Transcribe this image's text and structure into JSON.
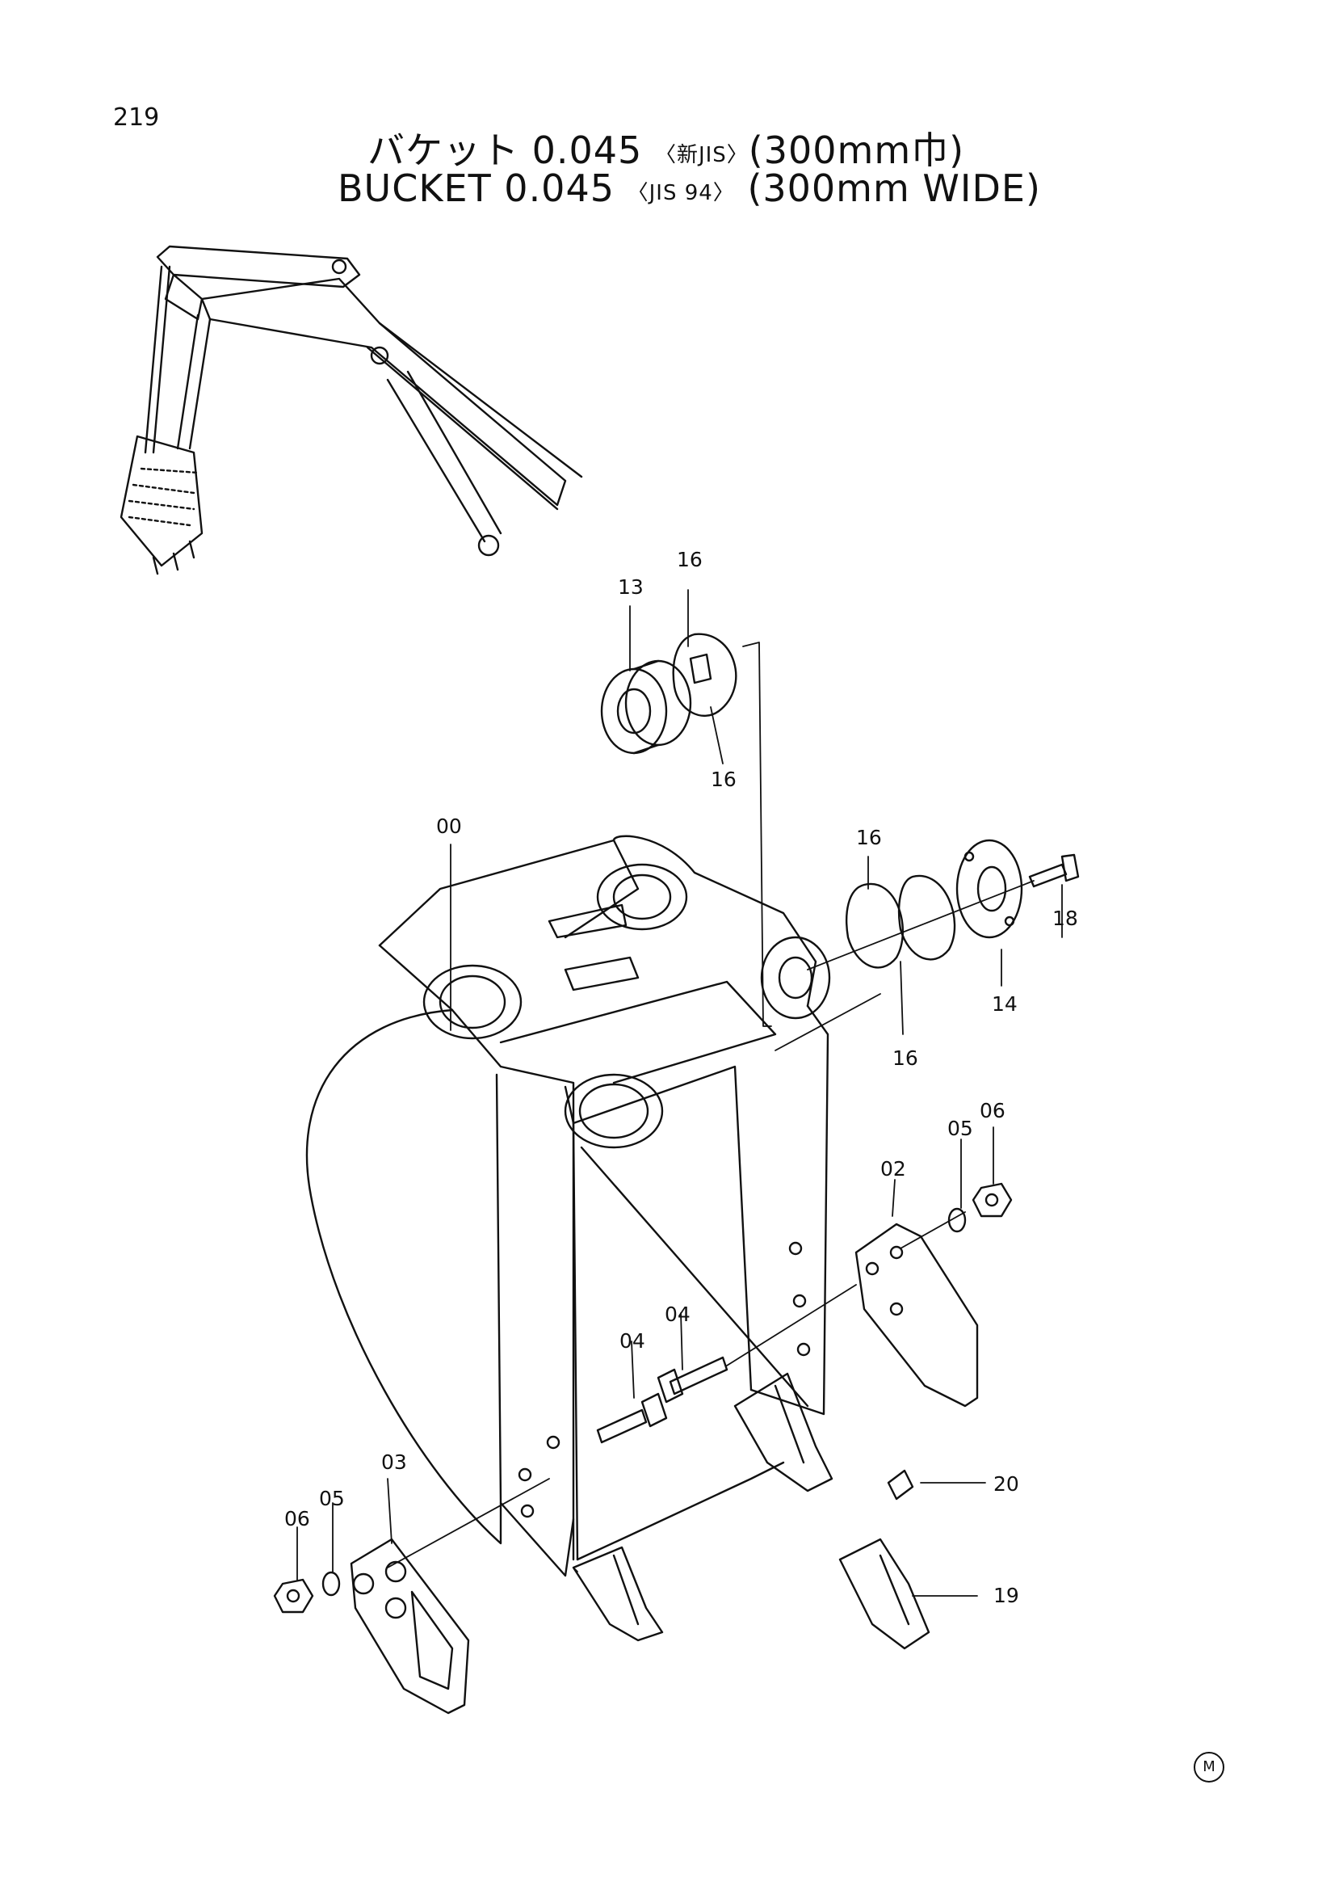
{
  "page": {
    "number": "219",
    "title_jp": {
      "main": "バケット 0.045",
      "standard": "〈新JIS〉",
      "width": "(300mm巾)"
    },
    "title_en": {
      "main": "BUCKET  0.045",
      "standard": "〈JIS 94〉",
      "width": "(300mm  WIDE)"
    },
    "mark": "M"
  },
  "callouts": {
    "c00": "00",
    "c02": "02",
    "c03": "03",
    "c04a": "04",
    "c04b": "04",
    "c05a": "05",
    "c05b": "05",
    "c06a": "06",
    "c06b": "06",
    "c13": "13",
    "c14": "14",
    "c16a": "16",
    "c16b": "16",
    "c16c": "16",
    "c16d": "16",
    "c18": "18",
    "c19": "19",
    "c20": "20"
  }
}
